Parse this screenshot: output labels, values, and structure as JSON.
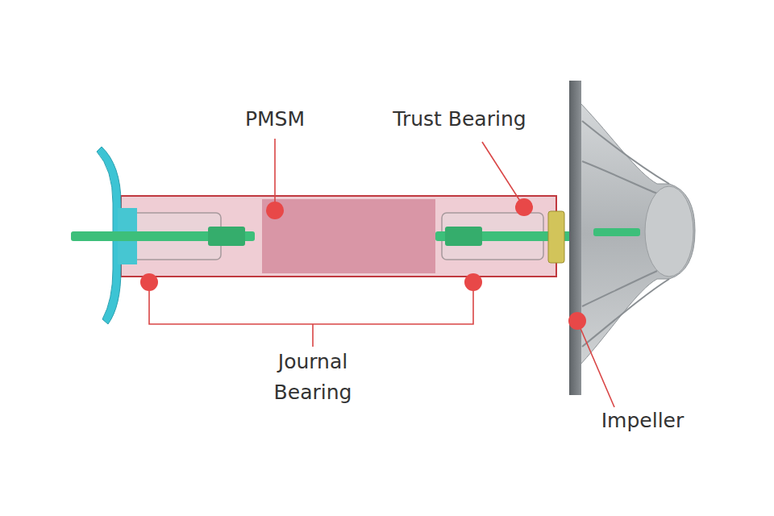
{
  "diagram": {
    "labels": [
      "PMSM",
      "Trust Bearing",
      "Journal Bearing",
      "Impeller"
    ]
  }
}
